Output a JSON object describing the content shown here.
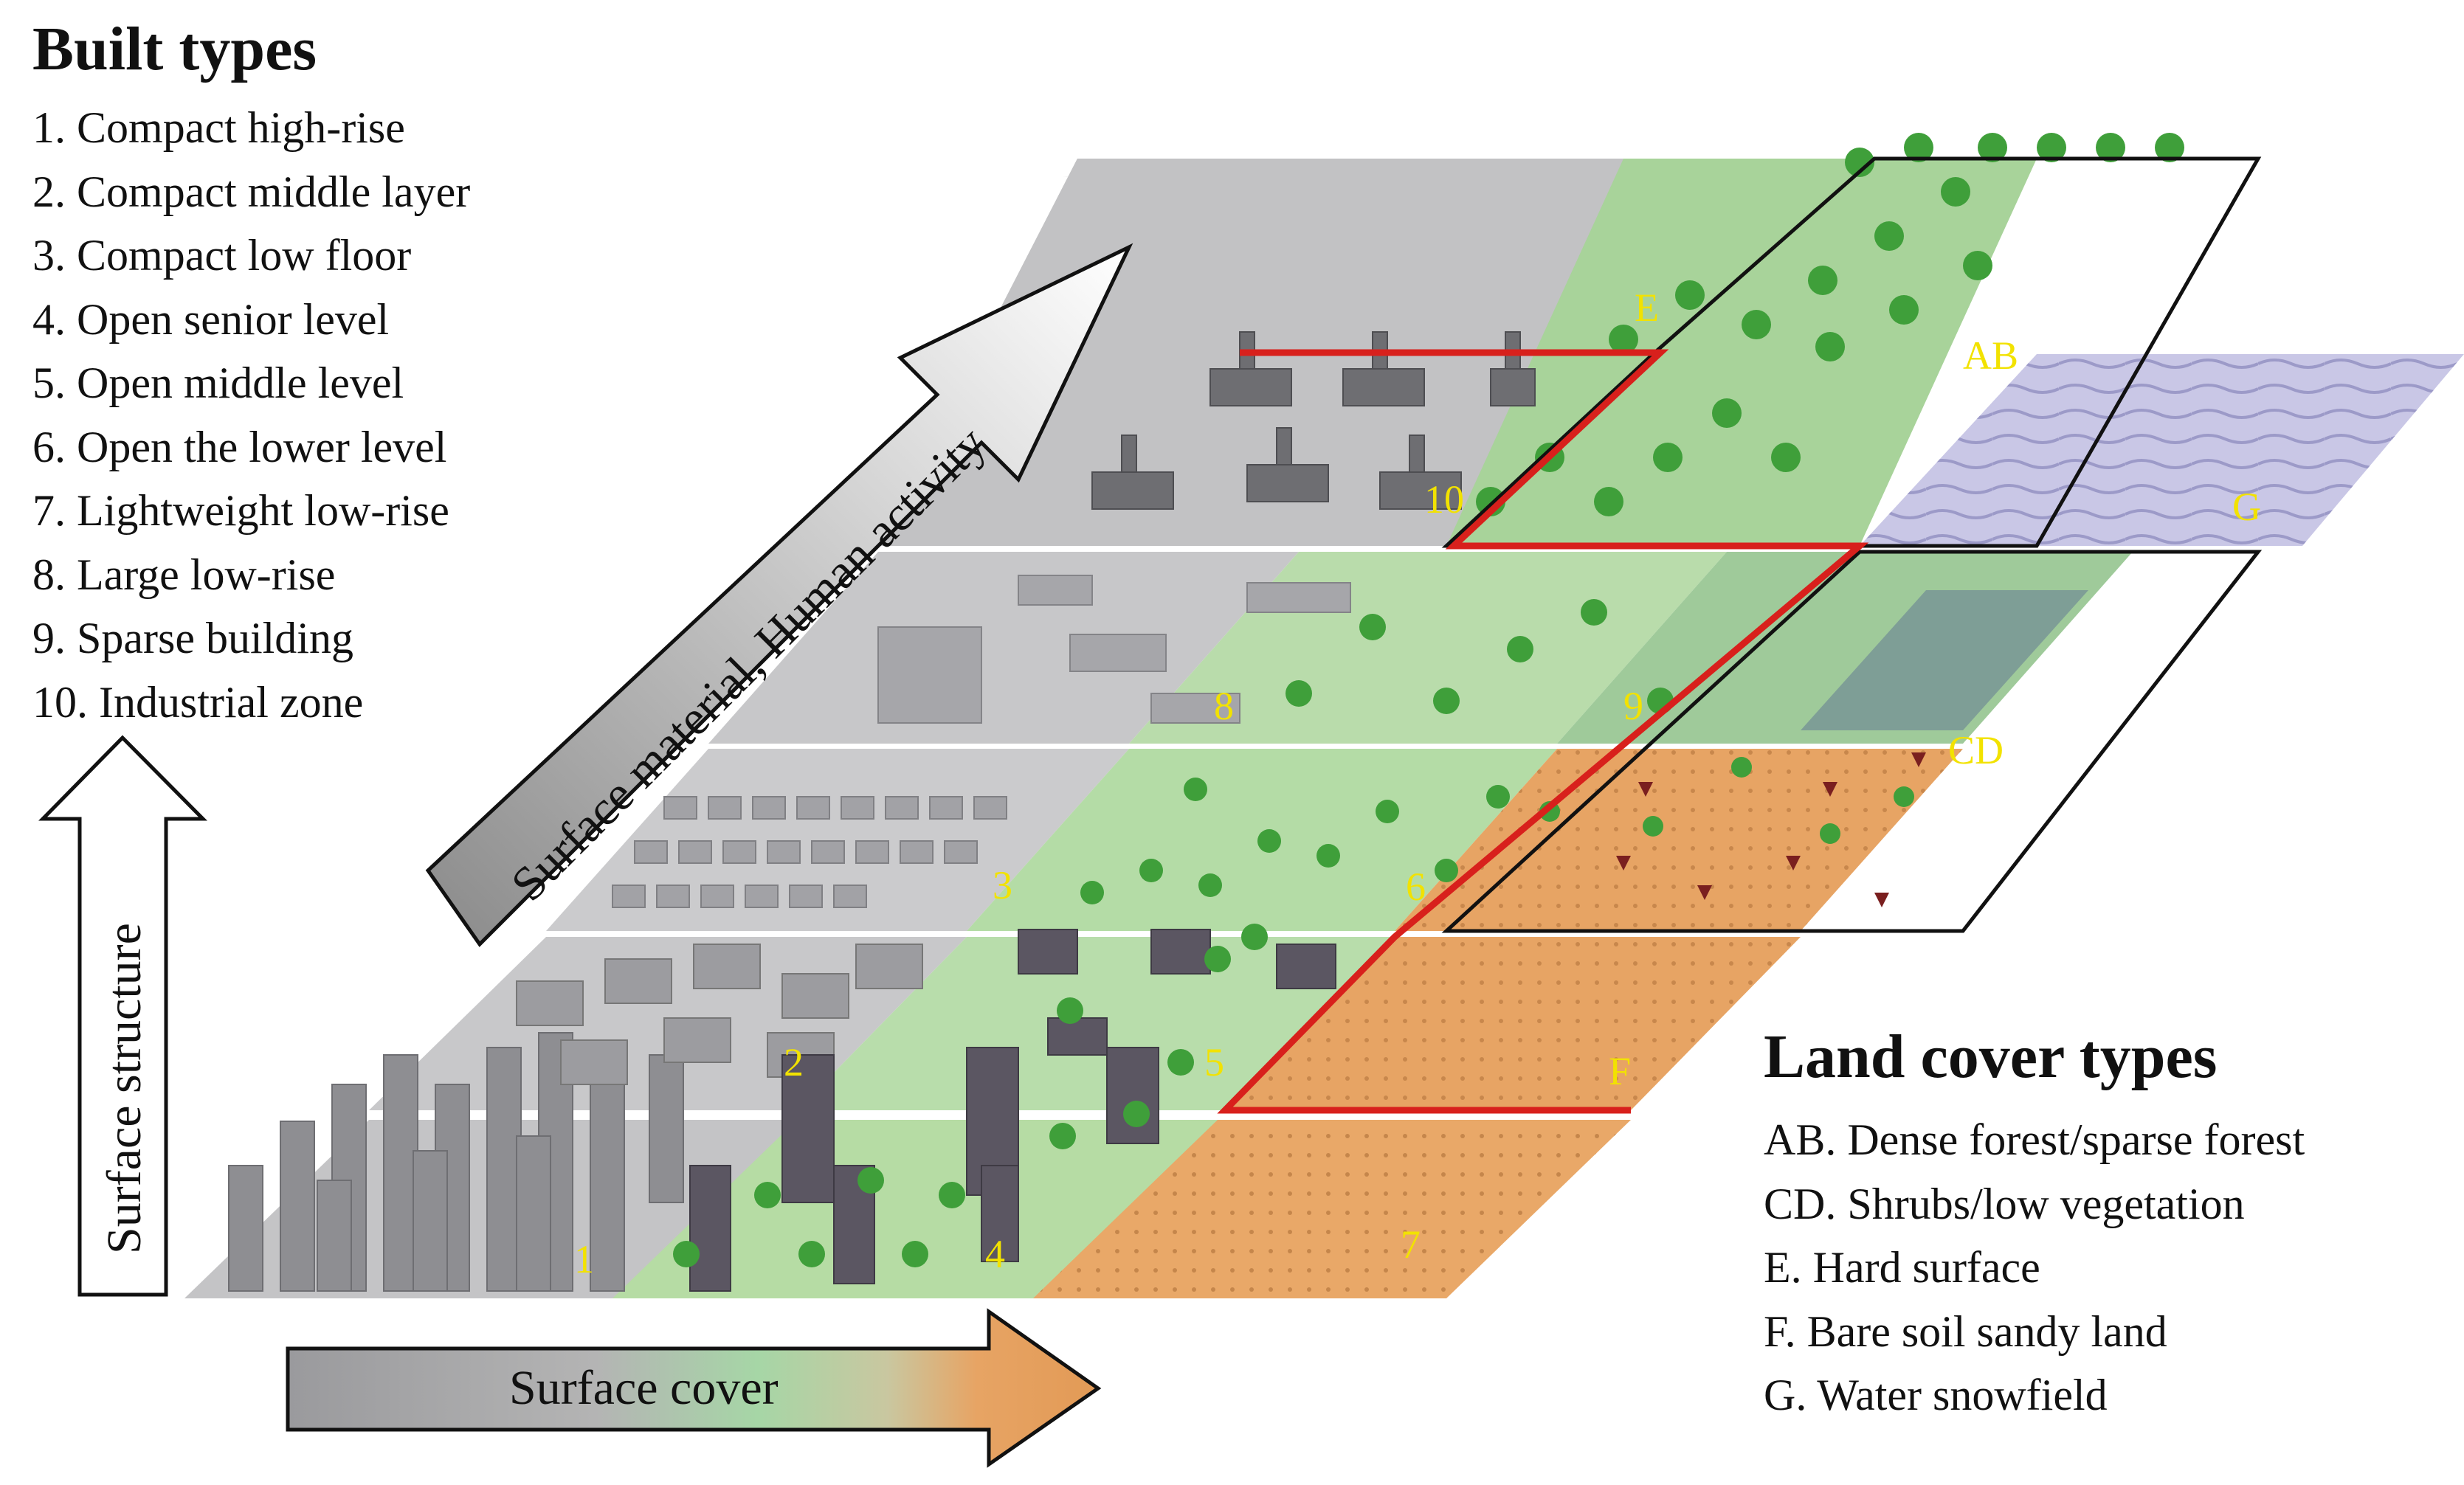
{
  "built_types": {
    "title": "Built types",
    "items": [
      "1. Compact high-rise",
      "2. Compact middle layer",
      "3. Compact low floor",
      "4. Open senior level",
      "5. Open middle level",
      "6. Open the lower level",
      "7. Lightweight low-rise",
      "8. Large low-rise",
      "9. Sparse building",
      "10. Industrial zone"
    ]
  },
  "land_cover_types": {
    "title": "Land cover types",
    "items": [
      "AB. Dense forest/sparse forest",
      "CD. Shrubs/low vegetation",
      "E. Hard surface",
      "F. Bare soil sandy land",
      "G. Water snowfield"
    ]
  },
  "arrows": {
    "diagonal": "Surface material, Human activity",
    "vertical": "Surface structure",
    "horizontal": "Surface cover"
  },
  "tile_labels": {
    "t1": "1",
    "t2": "2",
    "t3": "3",
    "t4": "4",
    "t5": "5",
    "t6": "6",
    "t7": "7",
    "t8": "8",
    "t9": "9",
    "t10": "10",
    "AB": "AB",
    "CD": "CD",
    "E": "E",
    "F": "F",
    "G": "G"
  },
  "colors": {
    "urban_gray": "#a9a9ab",
    "vegetation_green": "#a9d69a",
    "soil_orange": "#e7a464",
    "water_lavender": "#c9c7e6",
    "highlight_red": "#d8201c",
    "label_yellow": "#f2e200"
  }
}
